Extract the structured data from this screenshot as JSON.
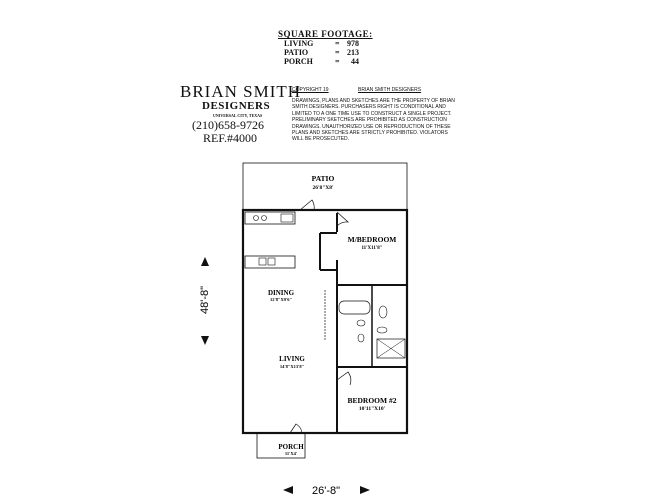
{
  "square_footage": {
    "title": "SQUARE FOOTAGE:",
    "rows": [
      {
        "label": "LIVING",
        "eq": "=",
        "value": "978"
      },
      {
        "label": "PATIO",
        "eq": "=",
        "value": "213"
      },
      {
        "label": "PORCH",
        "eq": "=",
        "value": "44"
      }
    ]
  },
  "designer": {
    "name": "BRIAN SMITH",
    "subtitle": "DESIGNERS",
    "location": "UNIVERSAL CITY, TEXAS",
    "phone": "(210)658-9726",
    "ref": "REF.#4000"
  },
  "copyright": {
    "line": "COPYRIGHT 19",
    "owner": "BRIAN SMITH DESIGNERS",
    "legal": "DRAWINGS, PLANS AND SKETCHES ARE THE PROPERTY OF BRIAN SMITH DESIGNERS. PURCHASERS RIGHT IS CONDITIONAL AND LIMITED TO A ONE TIME USE TO CONSTRUCT A SINGLE PROJECT. PRELIMINARY SKETCHES ARE PROHIBITED AS CONSTRUCTION DRAWINGS. UNAUTHORIZED USE OR REPRODUCTION OF THESE PLANS AND SKETCHES ARE STRICTLY PROHIBITED. VIOLATORS WILL BE PROSECUTED."
  },
  "rooms": {
    "patio": {
      "name": "PATIO",
      "size": "26'8\"X8'"
    },
    "master": {
      "name": "M/BEDROOM",
      "size": "11'X11'8\""
    },
    "dining": {
      "name": "DINING",
      "size": "12'8\"X9'6\""
    },
    "living": {
      "name": "LIVING",
      "size": "14'8\"X13'8\""
    },
    "bedroom2": {
      "name": "BEDROOM #2",
      "size": "10'11\"X10'"
    },
    "porch": {
      "name": "PORCH",
      "size": "11'X4'"
    }
  },
  "dimensions": {
    "depth": "48'-8\"",
    "width": "26'-8\""
  }
}
